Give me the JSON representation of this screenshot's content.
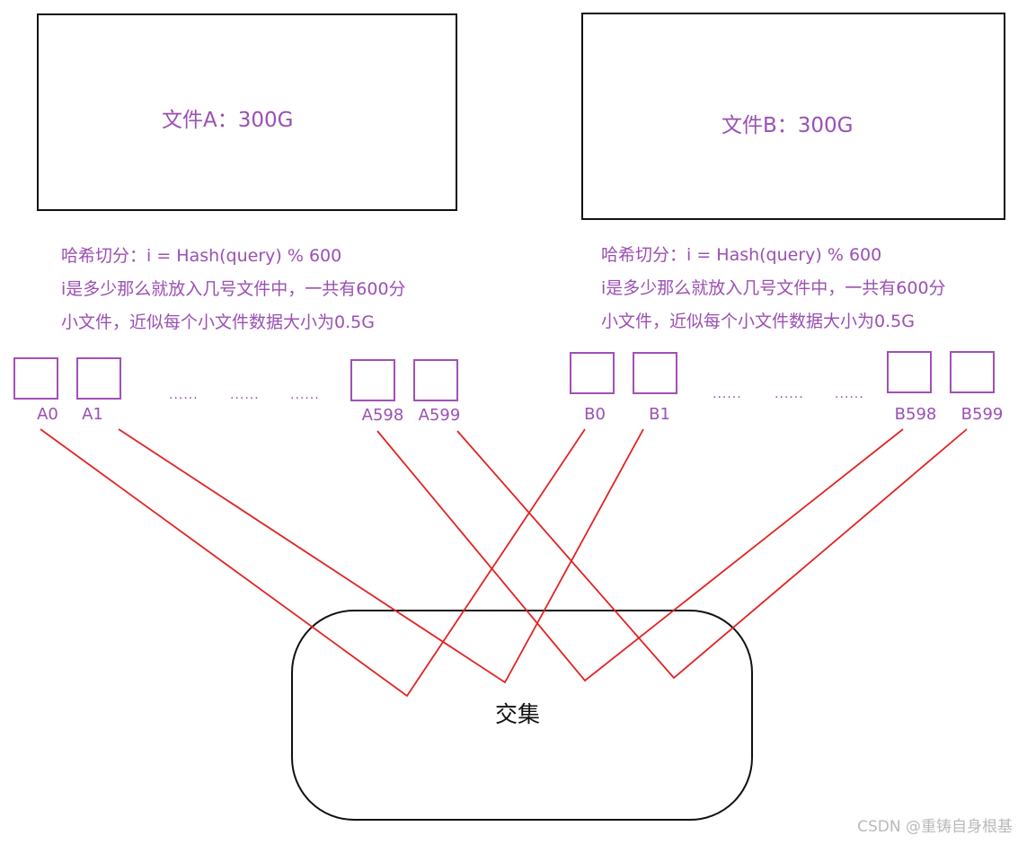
{
  "file_a": {
    "title": "文件A：300G",
    "notes": [
      "哈希切分：i = Hash(query) % 600",
      "i是多少那么就放入几号文件中，一共有600分",
      "小文件，近似每个小文件数据大小为0.5G"
    ],
    "chunks": [
      "A0",
      "A1",
      "A598",
      "A599"
    ],
    "ellipsis": [
      "......",
      "......",
      "......"
    ]
  },
  "file_b": {
    "title": "文件B：300G",
    "notes": [
      "哈希切分：i = Hash(query) % 600",
      "i是多少那么就放入几号文件中，一共有600分",
      "小文件，近似每个小文件数据大小为0.5G"
    ],
    "chunks": [
      "B0",
      "B1",
      "B598",
      "B599"
    ],
    "ellipsis": [
      "......",
      "......",
      "......"
    ]
  },
  "result": {
    "label": "交集"
  },
  "watermark": "CSDN @重铸自身根基",
  "colors": {
    "accent": "#9b4fb3",
    "line": "#e32222",
    "border": "#111111"
  }
}
